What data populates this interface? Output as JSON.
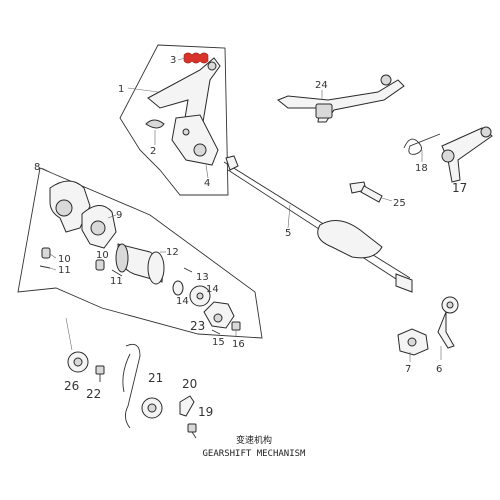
{
  "labels": {
    "n1": "1",
    "n2": "2",
    "n3": "3",
    "n4": "4",
    "n5": "5",
    "n6": "6",
    "n7": "7",
    "n8": "8",
    "n9": "9",
    "n10a": "10",
    "n10b": "10",
    "n11a": "11",
    "n11b": "11",
    "n12": "12",
    "n13": "13",
    "n14a": "14",
    "n14b": "14",
    "n15": "15",
    "n16": "16",
    "n17": "17",
    "n18": "18",
    "n19": "19",
    "n20": "20",
    "n21": "21",
    "n22": "22",
    "n23": "23",
    "n24": "24",
    "n25": "25",
    "n26": "26"
  },
  "caption": {
    "chinese": "变速机构",
    "english": "GEARSHIFT MECHANISM"
  },
  "colors": {
    "accent": "#d8342c"
  }
}
